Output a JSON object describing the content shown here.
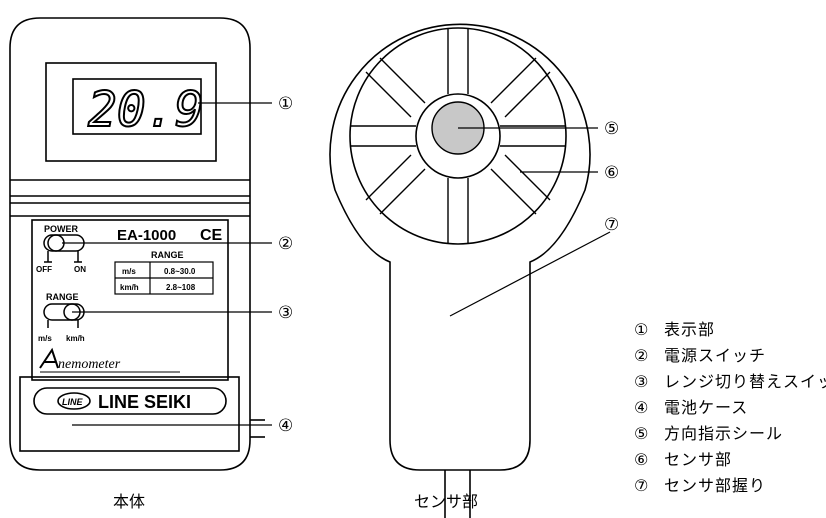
{
  "device": {
    "display_reading": "20.9",
    "model": "EA-1000",
    "ce_mark": "CE",
    "power_label": "POWER",
    "off_label": "OFF",
    "on_label": "ON",
    "range_heading": "RANGE",
    "range_table": [
      {
        "unit": "m/s",
        "range": "0.8~30.0"
      },
      {
        "unit": "km/h",
        "range": "2.8~108"
      }
    ],
    "range_switch_label": "RANGE",
    "ms_label": "m/s",
    "kmh_label": "km/h",
    "anemometer_text": "nemometer",
    "logo_text": "LINE",
    "brand_text": "LINE SEIKI"
  },
  "callouts": [
    "①",
    "②",
    "③",
    "④",
    "⑤",
    "⑥",
    "⑦"
  ],
  "legend": [
    {
      "num": "①",
      "text": "表示部"
    },
    {
      "num": "②",
      "text": "電源スイッチ"
    },
    {
      "num": "③",
      "text": "レンジ切り替えスイッチ"
    },
    {
      "num": "④",
      "text": "電池ケース"
    },
    {
      "num": "⑤",
      "text": "方向指示シール"
    },
    {
      "num": "⑥",
      "text": "センサ部"
    },
    {
      "num": "⑦",
      "text": "センサ部握り"
    }
  ],
  "captions": {
    "body": "本体",
    "sensor": "センサ部"
  }
}
